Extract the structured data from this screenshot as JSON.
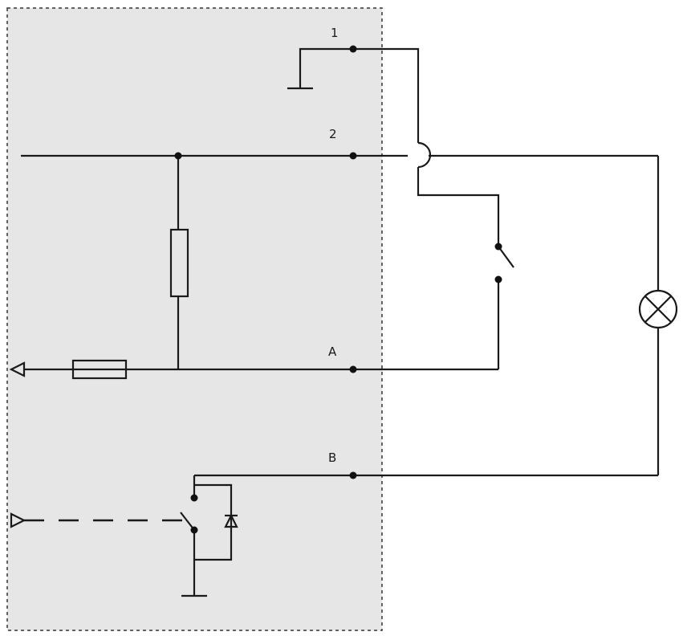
{
  "terminals": {
    "t1": "1",
    "t2": "2",
    "tA": "A",
    "tB": "B"
  }
}
